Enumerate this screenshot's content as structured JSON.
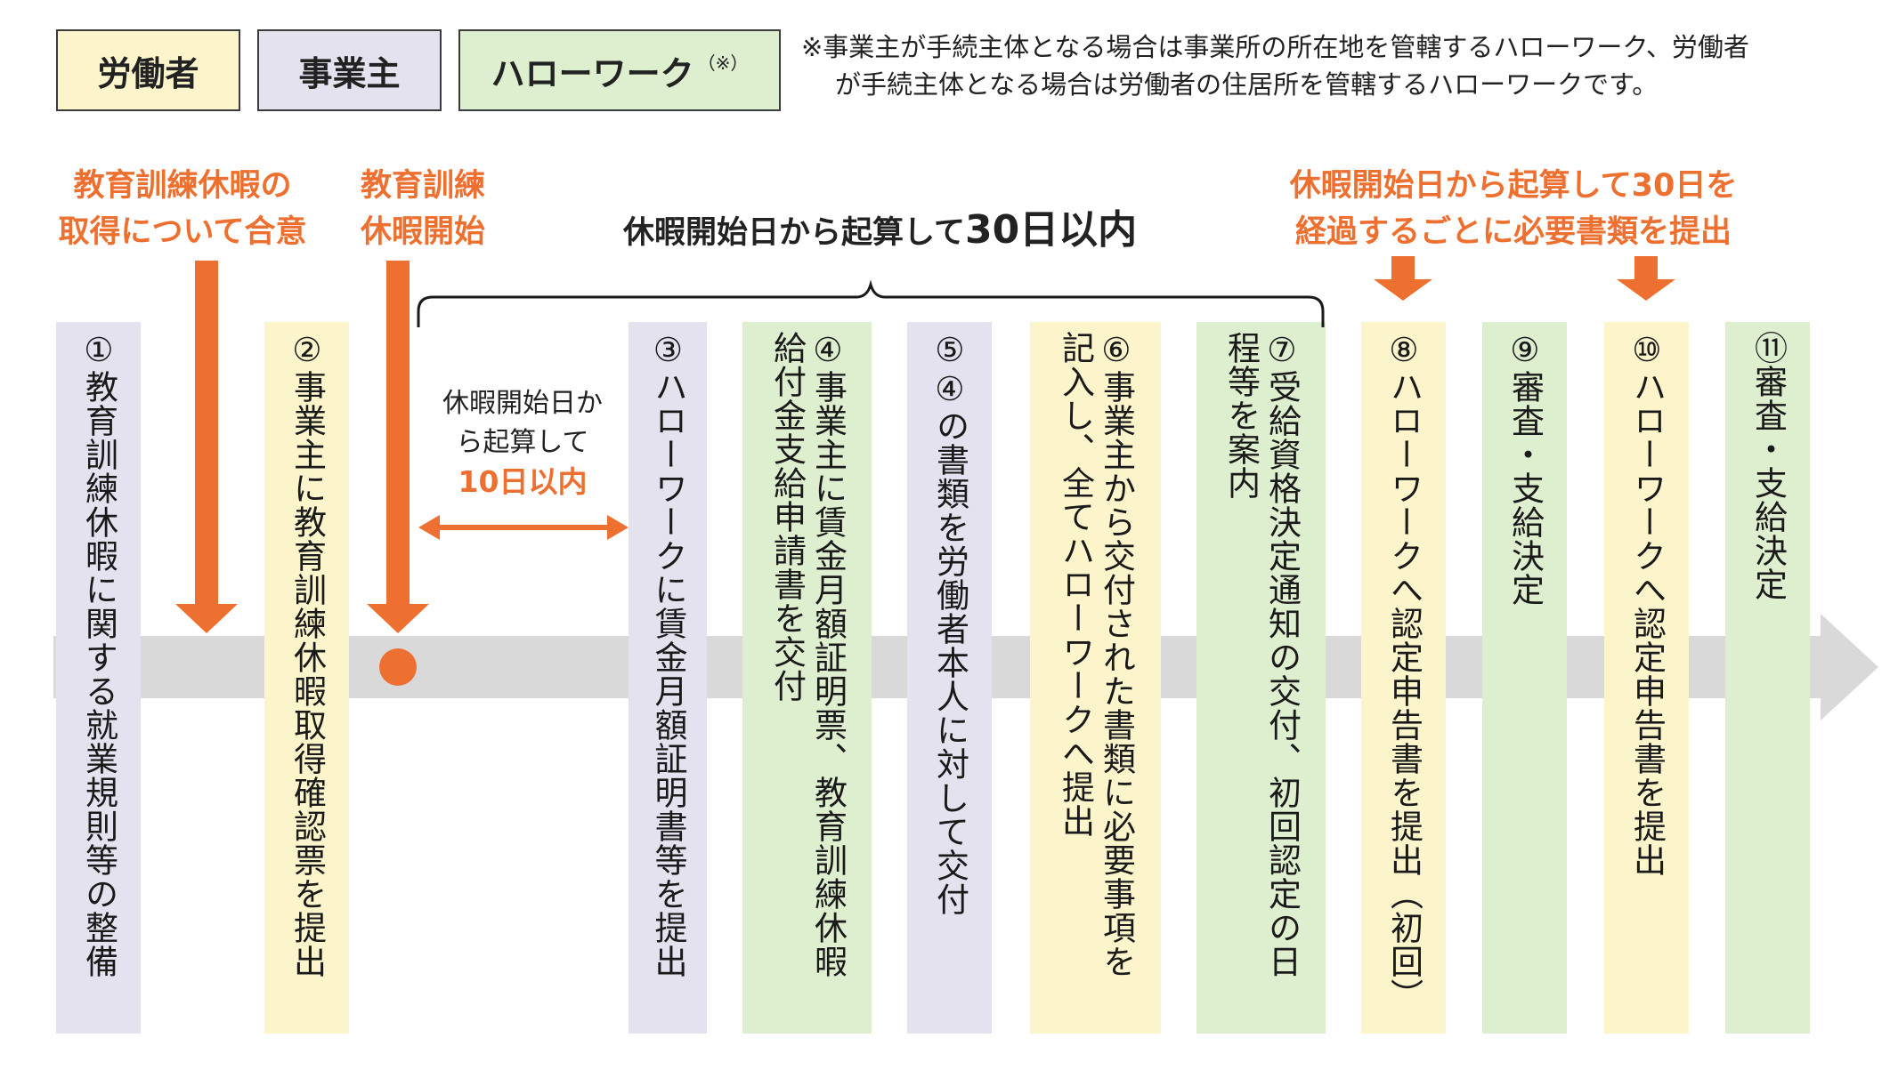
{
  "legend": {
    "worker": "労働者",
    "employer": "事業主",
    "hellowork": "ハローワーク",
    "hellowork_mark": "（※）"
  },
  "note": {
    "line1": "※事業主が手続主体となる場合は事業所の所在地を管轄するハローワーク、労働者",
    "line2": "が手続主体となる場合は労働者の住居所を管轄するハローワークです。"
  },
  "labels": {
    "agree_line1": "教育訓練休暇の",
    "agree_line2": "取得について合意",
    "start_line1": "教育訓練",
    "start_line2": "休暇開始",
    "within30_prefix": "休暇開始日から起算して",
    "within30_days": "30日以内",
    "every30_line1": "休暇開始日から起算して30日を",
    "every30_line2": "経過するごとに必要書類を提出",
    "within10_line1": "休暇開始日か",
    "within10_line2": "ら起算して",
    "within10_days": "10日以内"
  },
  "steps": [
    {
      "lines": [
        "①教育訓練休暇に関する就業規則等の整備"
      ],
      "actor": "employer"
    },
    {
      "lines": [
        "②事業主に教育訓練休暇取得確認票を提出"
      ],
      "actor": "worker"
    },
    {
      "lines": [
        "③ハローワークに賃金月額証明書等を提出"
      ],
      "actor": "employer"
    },
    {
      "lines": [
        "④事業主に賃金月額証明票、教育訓練休暇",
        "給付金支給申請書を交付"
      ],
      "actor": "hellowork"
    },
    {
      "lines": [
        "⑤④の書類を労働者本人に対して交付"
      ],
      "actor": "employer"
    },
    {
      "lines": [
        "⑥事業主から交付された書類に必要事項を",
        "記入し、全てハローワークへ提出"
      ],
      "actor": "worker"
    },
    {
      "lines": [
        "⑦受給資格決定通知の交付、初回認定の日",
        "程等を案内"
      ],
      "actor": "hellowork"
    },
    {
      "lines": [
        "⑧ハローワークへ認定申告書を提出（初回）"
      ],
      "actor": "worker"
    },
    {
      "lines": [
        "⑨審査・支給決定"
      ],
      "actor": "hellowork"
    },
    {
      "lines": [
        "⑩ハローワークへ認定申告書を提出"
      ],
      "actor": "worker"
    },
    {
      "lines": [
        "⑪審査・支給決定"
      ],
      "actor": "hellowork"
    }
  ],
  "colors": {
    "orange": "#ee7030",
    "worker_bg": "#fcf5cc",
    "employer_bg": "#e4e2ef",
    "hellowork_bg": "#ddefcf",
    "timeline": "#d9d9d9"
  }
}
